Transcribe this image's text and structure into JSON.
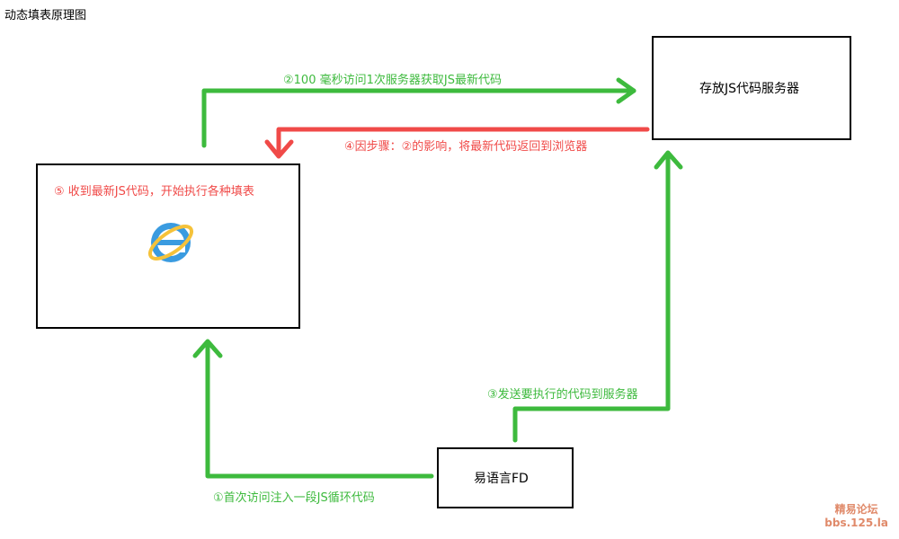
{
  "title": "动态填表原理图",
  "colors": {
    "green": "#3dba3d",
    "red": "#f04a48",
    "ie_blue": "#3a9be0",
    "ie_gold": "#f5c23a"
  },
  "boxes": {
    "browser": {
      "label": "⑤ 收到最新JS代码，开始执行各种填表",
      "icon": "ie-browser-icon"
    },
    "server": {
      "label": "存放JS代码服务器"
    },
    "client": {
      "label": "易语言FD"
    }
  },
  "steps": {
    "step1": "①首次访问注入一段JS循环代码",
    "step2": "②100 毫秒访问1次服务器获取JS最新代码",
    "step3": "③发送要执行的代码到服务器",
    "step4": "④因步骤：②的影响，将最新代码返回到浏览器"
  },
  "watermark": {
    "line1": "精易论坛",
    "line2": "bbs.125.la"
  }
}
